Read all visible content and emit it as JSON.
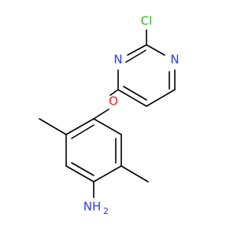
{
  "molecule": {
    "atoms": {
      "cl": {
        "symbol": "Cl",
        "color": "#2fb52f"
      },
      "n_right": {
        "symbol": "N",
        "color": "#2b3bf0"
      },
      "n_left": {
        "symbol": "N",
        "color": "#2b3bf0"
      },
      "o": {
        "symbol": "O",
        "color": "#ee1c1c"
      },
      "nh2": {
        "symbol": "NH",
        "subscript": "2",
        "color": "#2b3bf0"
      }
    }
  }
}
